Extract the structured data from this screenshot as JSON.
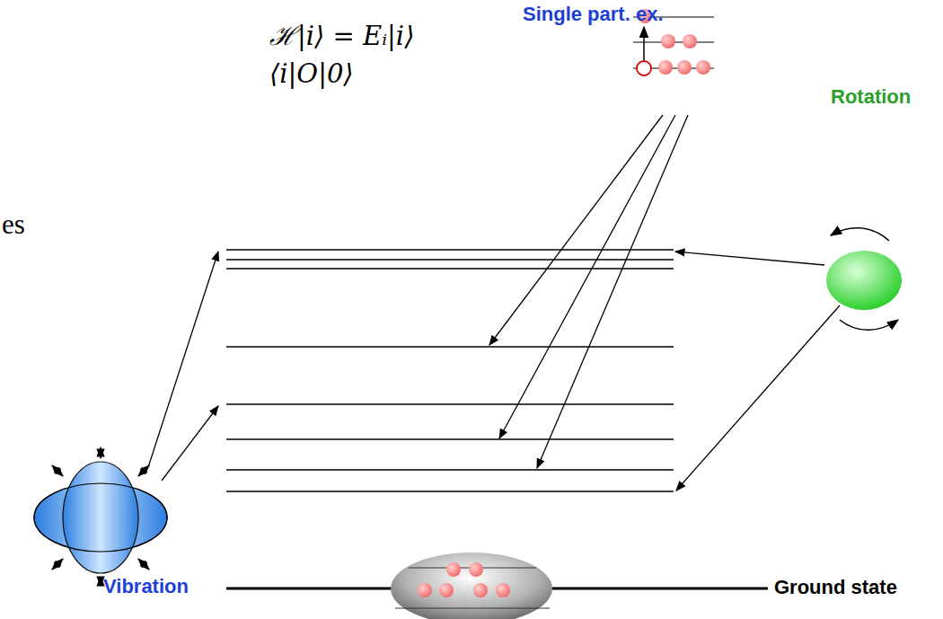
{
  "diagram": {
    "labels": [
      "Single part. ex.",
      "ℋ|i⟩ = Eᵢ|i⟩",
      "⟨i|O|0⟩",
      "es",
      "Rotation",
      "Vibration",
      "Ground state"
    ]
  }
}
